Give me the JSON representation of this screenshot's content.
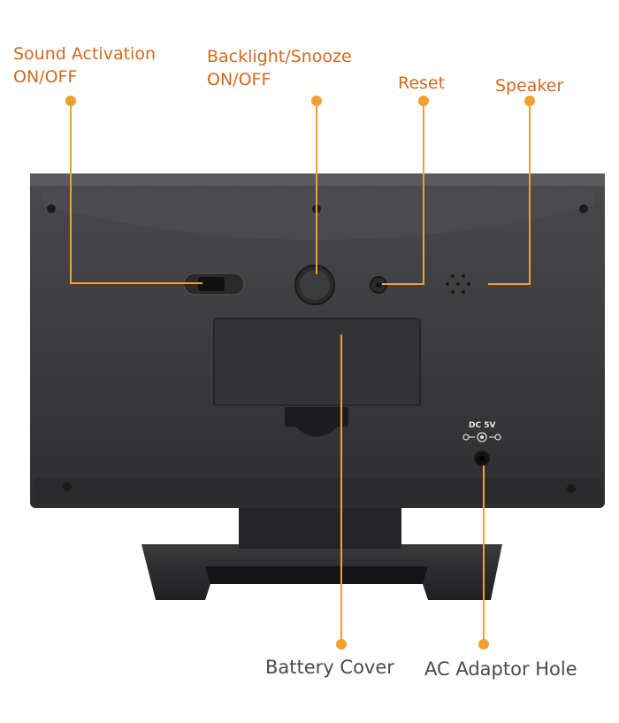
{
  "colors": {
    "accent": "#f0a030",
    "label_text": "#d2691e",
    "bottom_text": "#4a4a4a",
    "device_body": "#3a3a3c"
  },
  "labels": {
    "sound_activation": {
      "line1": "Sound Activation",
      "line2": "ON/OFF"
    },
    "backlight_snooze": {
      "line1": "Backlight/Snooze",
      "line2": "ON/OFF"
    },
    "reset": "Reset",
    "speaker": "Speaker",
    "battery_cover": "Battery Cover",
    "ac_adaptor_hole": "AC Adaptor Hole"
  },
  "device": {
    "dc_marking": "DC 5V"
  }
}
